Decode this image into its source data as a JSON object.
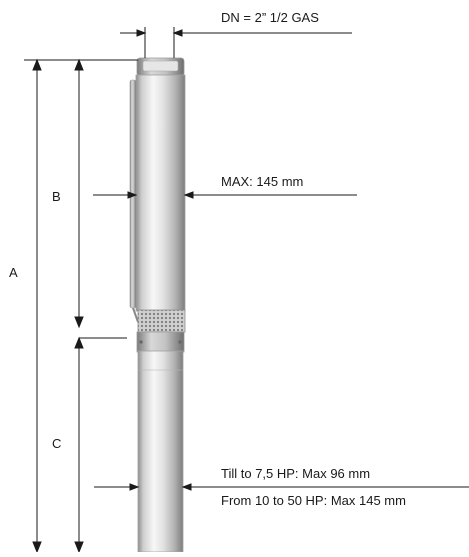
{
  "labels": {
    "dn": "DN  = 2” 1/2 GAS",
    "max_head": "MAX: 145 mm",
    "motor_small": "Till to 7,5 HP: Max 96 mm",
    "motor_large": "From 10 to 50 HP: Max 145 mm",
    "dim_a": "A",
    "dim_b": "B",
    "dim_c": "C"
  },
  "colors": {
    "line": "#1a1a1a",
    "text": "#1a1a1a"
  }
}
